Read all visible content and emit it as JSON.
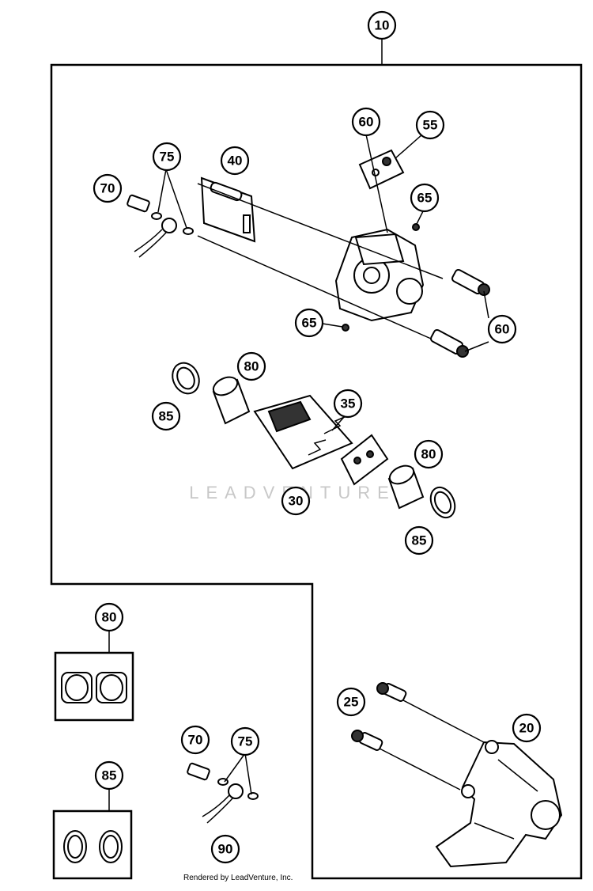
{
  "callouts": {
    "c10": "10",
    "c60a": "60",
    "c55": "55",
    "c75a": "75",
    "c40": "40",
    "c70a": "70",
    "c65a": "65",
    "c65b": "65",
    "c60b": "60",
    "c80a": "80",
    "c85a": "85",
    "c35": "35",
    "c30": "30",
    "c80b": "80",
    "c85b": "85",
    "c80c": "80",
    "c85c": "85",
    "c70b": "70",
    "c75b": "75",
    "c90": "90",
    "c25": "25",
    "c20": "20"
  },
  "watermark": "LEADVENTURE",
  "credit": "Rendered by LeadVenture, Inc."
}
